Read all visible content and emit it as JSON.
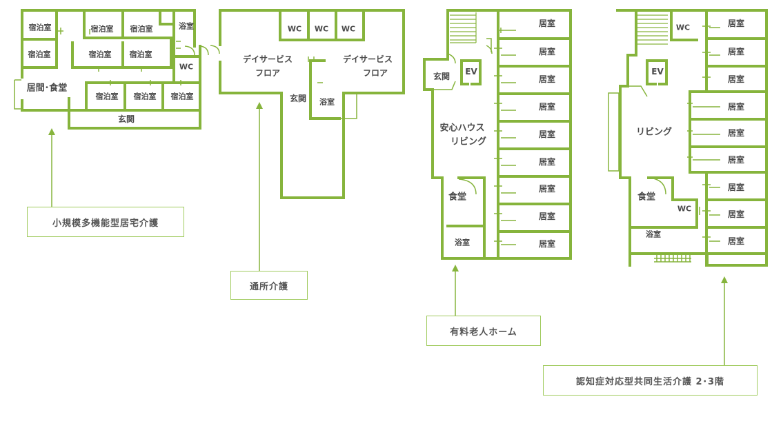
{
  "captions": {
    "small_multifunction": "小規模多機能型居宅介護",
    "day_care": "通所介護",
    "nursing_home": "有料老人ホーム",
    "group_home": "認知症対応型共同生活介護 2･3階"
  },
  "rooms": {
    "guest_room": "宿泊室",
    "bath": "浴室",
    "wc": "WC",
    "living_dining": "居間･食堂",
    "entrance": "玄関",
    "day_service_floor_l1": "デイサービス",
    "day_service_floor_l2": "フロア",
    "ev": "EV",
    "anshin_living_l1": "安心ハウス",
    "anshin_living_l2": "リビング",
    "living": "リビング",
    "dining": "食堂",
    "resident_room": "居室"
  },
  "colors": {
    "wall": "#86b43c",
    "caption_border": "#9fca5c",
    "text": "#4a4a4a"
  }
}
